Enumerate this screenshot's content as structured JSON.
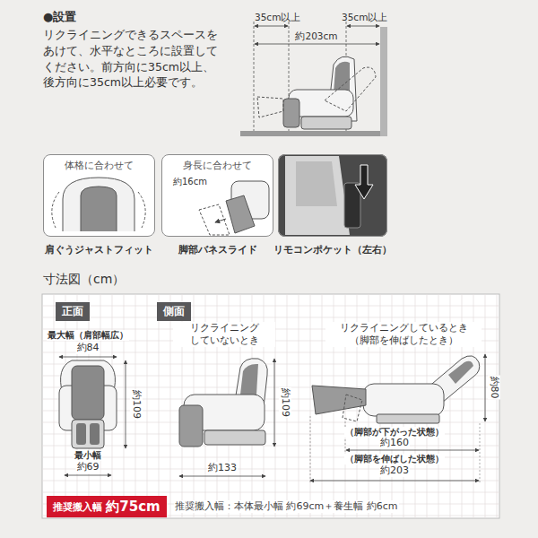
{
  "diagram": {
    "nodes": [
      {
        "text": [
          "体格に合わせて",
          "肩ぐうジャストフィット"
        ]
      },
      {
        "text": [
          "身長に合わせて",
          "約16cm",
          "脚部バネスライド"
        ]
      },
      {
        "text": [
          "リモコンポケット（左右）"
        ]
      },
      {
        "text": [
          "正面"
        ]
      },
      {
        "text": [
          "側面"
        ]
      },
      {
        "text": [
          "推奨搬入幅",
          "約75cm"
        ]
      }
    ],
    "labels": [
      "●設置",
      "リクライニングできるスペースを あけて、水平なところに設置して ください。前方向に35cm以上、 後方向に35cm以上必要です。",
      "35cm以上",
      "35cm以上",
      "約203cm",
      "寸法図（cm）",
      "最大幅（肩部幅広）",
      "約84",
      "約109",
      "最小幅",
      "約69",
      "リクライニング していないとき",
      "約109",
      "約133",
      "リクライニングしているとき （脚部を伸ばしたとき）",
      "約80",
      "（脚部が下がった状態）",
      "約160",
      "（脚部を伸ばした状態）",
      "約203",
      "推奨搬入幅：本体最小幅 約69cm＋養生幅 約6cm"
    ]
  }
}
